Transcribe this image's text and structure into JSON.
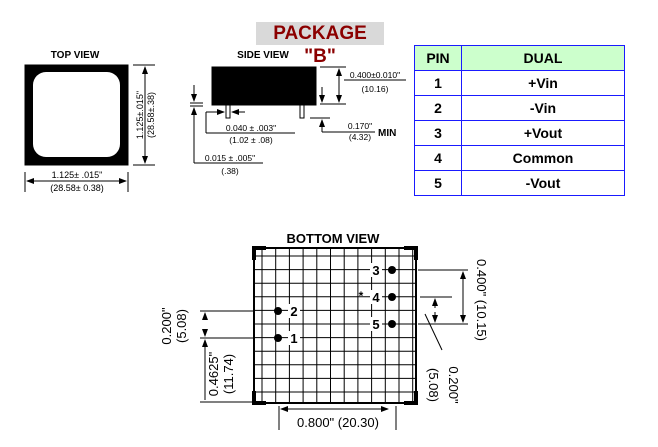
{
  "title": "PACKAGE \"B\"",
  "top_view": {
    "label": "TOP VIEW",
    "height_in": "1.125±.015\"",
    "height_mm": "(28.58±.38)",
    "width_in": "1.125± .015\"",
    "width_mm": "(28.58± 0.38)"
  },
  "side_view": {
    "label": "SIDE VIEW",
    "height_in": "0.400±0.010\"",
    "height_mm": "(10.16)",
    "pin_dia_in": "0.040 ± .003\"",
    "pin_dia_mm": "(1.02 ± .08)",
    "pin_len_in": "0.170\"",
    "pin_len_mm": "(4.32)",
    "pin_len_note": "MIN",
    "standoff_in": "0.015 ± .005\"",
    "standoff_mm": "(.38)"
  },
  "pin_table": {
    "headers": [
      "PIN",
      "DUAL"
    ],
    "rows": [
      [
        "1",
        "+Vin"
      ],
      [
        "2",
        "-Vin"
      ],
      [
        "3",
        "+Vout"
      ],
      [
        "4",
        "Common"
      ],
      [
        "5",
        "-Vout"
      ]
    ]
  },
  "bottom_view": {
    "label": "BOTTOM VIEW",
    "pins": [
      "1",
      "2",
      "3",
      "4",
      "5"
    ],
    "asterisk": "*",
    "dim_left_a": "0.200\"",
    "dim_left_a_mm": "(5.08)",
    "dim_left_b": "0.4625\"",
    "dim_left_b_mm": "(11.74)",
    "dim_right_a": "0.400\" (10.15)",
    "dim_right_b": "0.200\"",
    "dim_right_b_mm": "(5.08)",
    "dim_bottom": "0.800\" (20.30)"
  }
}
